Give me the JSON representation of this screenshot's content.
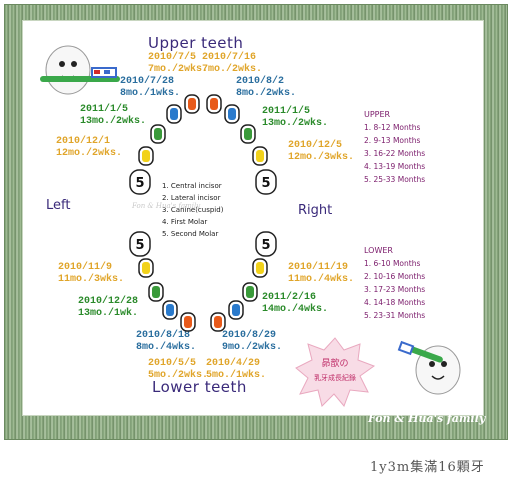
{
  "titles": {
    "upper": "Upper teeth",
    "lower": "Lower teeth",
    "left": "Left",
    "right": "Right"
  },
  "upper_dates": [
    {
      "date": "2010/7/5",
      "age": "7mo./2wks.",
      "color": "#e0a52a"
    },
    {
      "date": "2010/7/16",
      "age": "7mo./2wks.",
      "color": "#e0a52a"
    },
    {
      "date": "2010/7/28",
      "age": "8mo./1wks.",
      "color": "#2a6e9e"
    },
    {
      "date": "2010/8/2",
      "age": "8mo./2wks.",
      "color": "#2a6e9e"
    },
    {
      "date": "2011/1/5",
      "age": "13mo./2wks.",
      "color": "#2a8a2a"
    },
    {
      "date": "2011/1/5",
      "age": "13mo./2wks.",
      "color": "#2a8a2a"
    },
    {
      "date": "2010/12/1",
      "age": "12mo./2wks.",
      "color": "#e0a52a"
    },
    {
      "date": "2010/12/5",
      "age": "12mo./3wks.",
      "color": "#e0a52a"
    }
  ],
  "lower_dates": [
    {
      "date": "2010/11/9",
      "age": "11mo./3wks.",
      "color": "#e0a52a"
    },
    {
      "date": "2010/11/19",
      "age": "11mo./4wks.",
      "color": "#e0a52a"
    },
    {
      "date": "2010/12/28",
      "age": "13mo./1wk.",
      "color": "#2a8a2a"
    },
    {
      "date": "2011/2/16",
      "age": "14mo./4wks.",
      "color": "#2a8a2a"
    },
    {
      "date": "2010/8/18",
      "age": "8mo./4wks.",
      "color": "#2a6e9e"
    },
    {
      "date": "2010/8/29",
      "age": "9mo./2wks.",
      "color": "#2a6e9e"
    },
    {
      "date": "2010/5/5",
      "age": "5mo./2wks.",
      "color": "#e0a52a"
    },
    {
      "date": "2010/4/29",
      "age": "5mo./1wks.",
      "color": "#e0a52a"
    }
  ],
  "legend": [
    "1.  Central incisor",
    "2.  Lateral incisor",
    "3.  Canine(cuspid)",
    "4.  First Molar",
    "5.  Second Molar"
  ],
  "upper_months": {
    "head": "UPPER",
    "items": [
      "1.  8-12  Months",
      "2.  9-13  Months",
      "3.  16-22  Months",
      "4.  13-19  Months",
      "5.  25-33  Months"
    ]
  },
  "lower_months": {
    "head": "LOWER",
    "items": [
      "1.  6-10  Months",
      "2.  10-16  Months",
      "3.  17-23  Months",
      "4.  14-18  Months",
      "5.  23-31  Months"
    ]
  },
  "molar_number": "5",
  "stamp_text": "昴歆の\n乳牙成長紀錄",
  "family": "Fon & Hua's family",
  "caption": "1y3m集滿16顆牙",
  "watermark": "Fon & Hua's family",
  "tooth_colors": {
    "yellow": "#f2d21a",
    "blue": "#2a7acc",
    "green": "#3a9a3a",
    "orange": "#e85a1a"
  }
}
